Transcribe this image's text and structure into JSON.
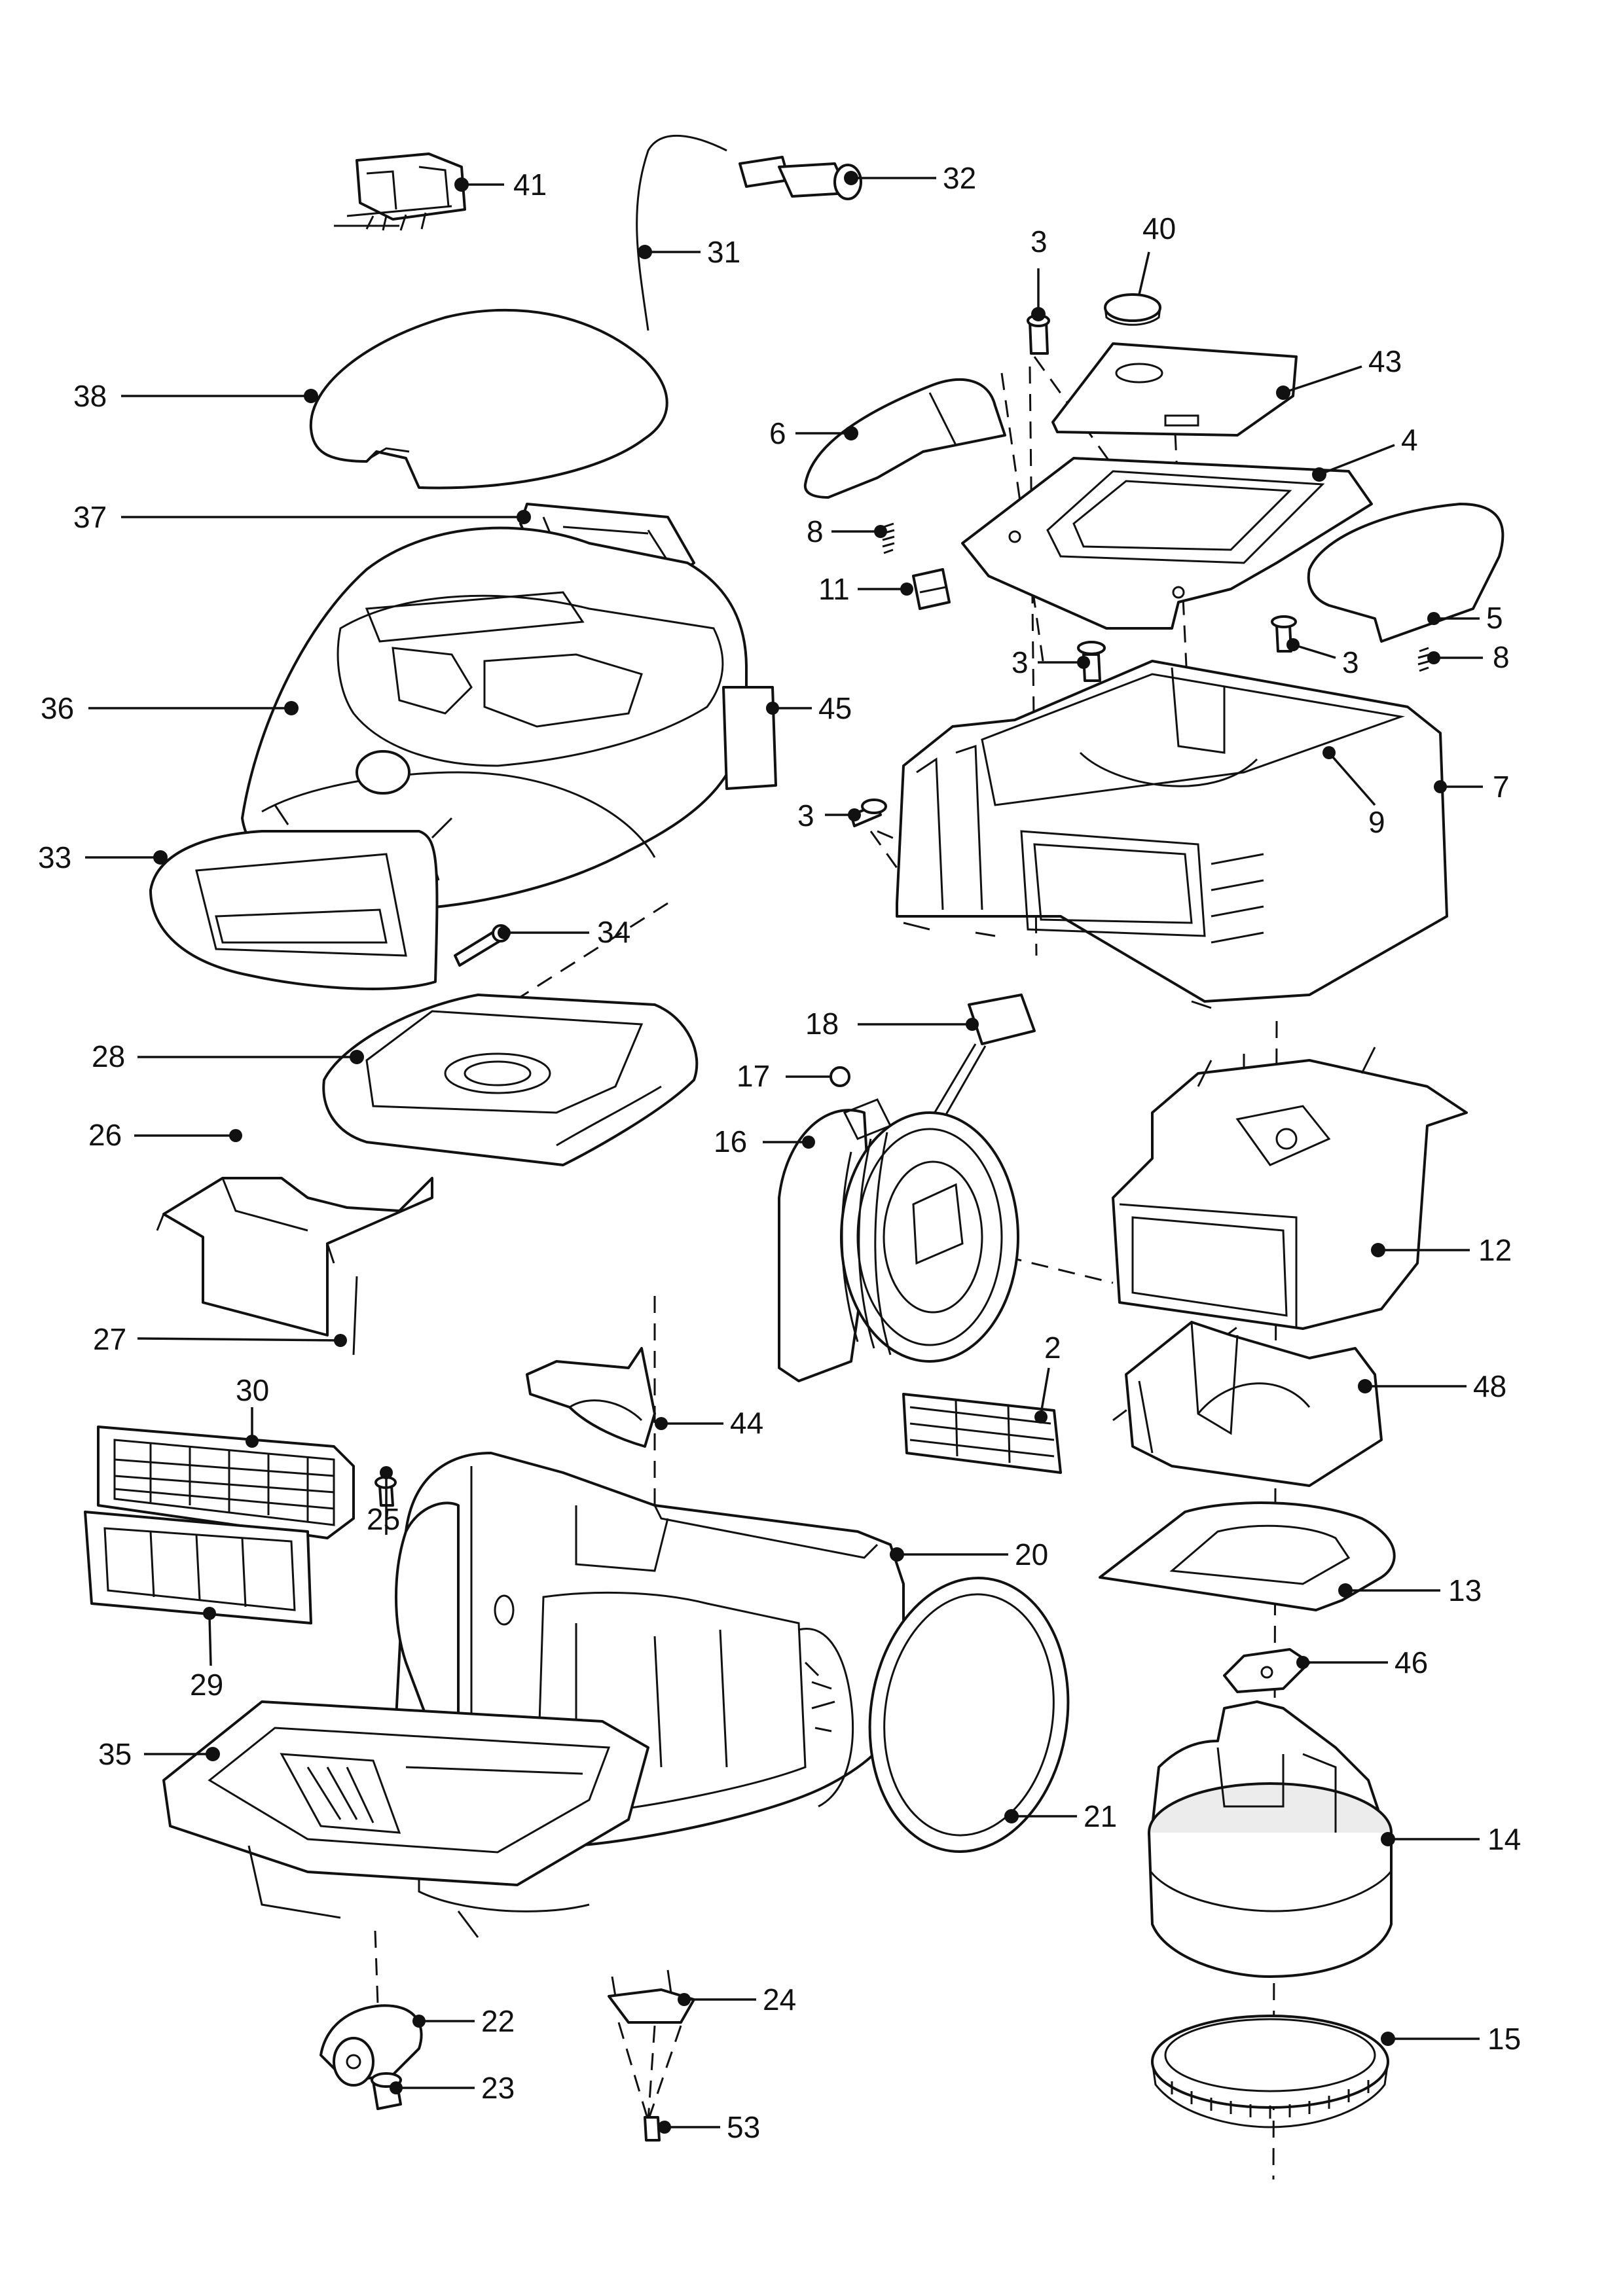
{
  "callouts": {
    "c2": "2",
    "c3a": "3",
    "c3b": "3",
    "c3c": "3",
    "c3d": "3",
    "c4": "4",
    "c5": "5",
    "c6": "6",
    "c7": "7",
    "c8a": "8",
    "c8b": "8",
    "c9": "9",
    "c11": "11",
    "c12": "12",
    "c13": "13",
    "c14": "14",
    "c15": "15",
    "c16": "16",
    "c17": "17",
    "c18": "18",
    "c20": "20",
    "c21": "21",
    "c22": "22",
    "c23": "23",
    "c24": "24",
    "c25": "25",
    "c26": "26",
    "c27": "27",
    "c28": "28",
    "c29": "29",
    "c30": "30",
    "c31": "31",
    "c32": "32",
    "c33": "33",
    "c34": "34",
    "c35": "35",
    "c36": "36",
    "c37": "37",
    "c38": "38",
    "c40": "40",
    "c41": "41",
    "c43": "43",
    "c44": "44",
    "c45": "45",
    "c46": "46",
    "c48": "48",
    "c53": "53"
  }
}
